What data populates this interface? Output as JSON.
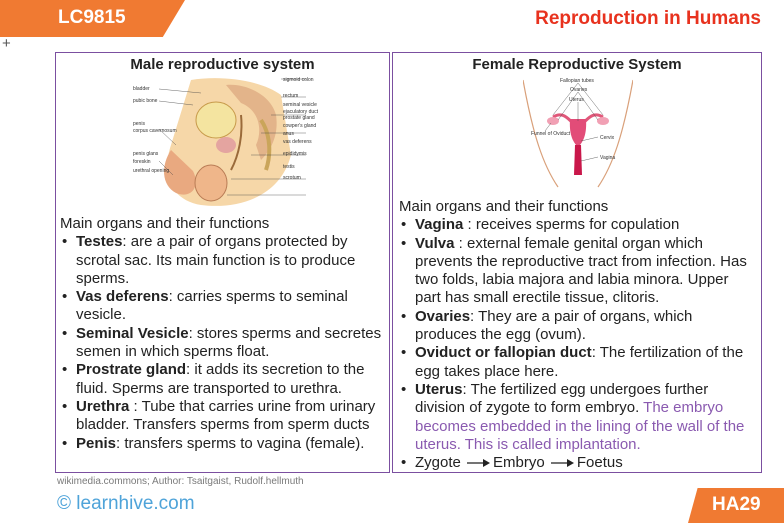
{
  "header": {
    "code": "LC9815",
    "title": "Reproduction in Humans"
  },
  "male": {
    "title": "Male reproductive system",
    "figure_labels": {
      "left": [
        "bladder",
        "pubic bone",
        "penis",
        "corpus cavernosum",
        "penis glans",
        "foreskin",
        "urethral opening"
      ],
      "right": [
        "sigmoid colon",
        "rectum",
        "seminal vesicle",
        "ejaculatory duct",
        "prostate gland",
        "cowper's gland",
        "anus",
        "vas deferens",
        "epididymis",
        "testis",
        "scrotum"
      ]
    },
    "intro": "Main organs and their functions",
    "items": [
      {
        "term": "Testes",
        "text": ": are a pair of organs protected by scrotal sac. Its main function is to produce sperms."
      },
      {
        "term": "Vas deferens",
        "text": ": carries sperms to seminal vesicle."
      },
      {
        "term": "Seminal Vesicle",
        "text": ": stores sperms and secretes semen in which sperms float."
      },
      {
        "term": "Prostrate gland",
        "text": ": it adds its secretion to the fluid. Sperms are transported to urethra."
      },
      {
        "term": "Urethra",
        "text": " : Tube that carries urine from urinary bladder. Transfers sperms from sperm ducts"
      },
      {
        "term": "Penis",
        "text": ": transfers sperms to vagina (female)."
      }
    ]
  },
  "female": {
    "title": "Female Reproductive System",
    "figure_labels": {
      "fallopian": "Fallopian tubes",
      "ovaries": "Ovaries",
      "uterus": "Uterus",
      "funnel": "Funnel of Oviduct",
      "cervix": "Cervix",
      "vagina": "Vagina"
    },
    "intro": "Main organs and their functions",
    "items": [
      {
        "term": "Vagina",
        "text": " : receives sperms for copulation"
      },
      {
        "term": "Vulva",
        "text": " : external female genital organ which prevents the reproductive tract from infection. Has two folds, labia majora and labia minora. Upper part has small erectile tissue, clitoris."
      },
      {
        "term": "Ovaries",
        "text": ": They are a pair of organs, which produces the egg (ovum)."
      },
      {
        "term": "Oviduct or fallopian duct",
        "text": ": The fertilization of the egg takes place here."
      },
      {
        "term": "Uterus",
        "text": ": The fertilized egg undergoes further division of zygote to form embryo.",
        "highlight": " The embryo becomes embedded in the lining of the wall of the uterus. This is called implantation."
      }
    ],
    "flow": [
      "Zygote",
      "Embryo",
      "Foetus"
    ]
  },
  "footer": {
    "credit": "wikimedia.commons; Author: Tsaitgaist, Rudolf.hellmuth",
    "brand": "© learnhive.com",
    "code": "HA29"
  },
  "colors": {
    "accent_orange": "#f07a32",
    "title_red": "#e8321e",
    "panel_border": "#7b4fa0",
    "highlight_purple": "#8a5ab0",
    "brand_blue": "#4ea3d9"
  }
}
